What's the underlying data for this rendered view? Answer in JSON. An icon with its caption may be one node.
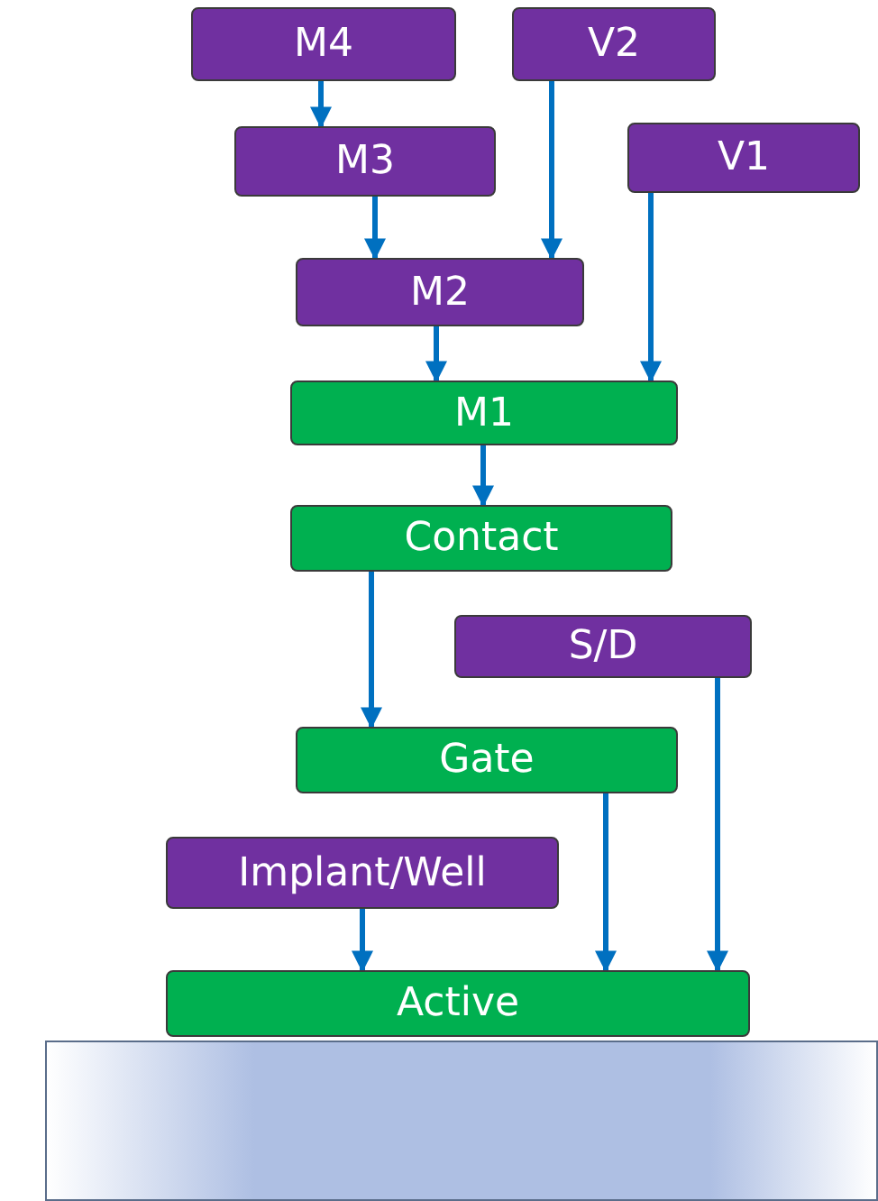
{
  "diagram": {
    "nodes": [
      {
        "text": [
          "M4"
        ]
      },
      {
        "text": [
          "V2"
        ]
      },
      {
        "text": [
          "M3"
        ]
      },
      {
        "text": [
          "V1"
        ]
      },
      {
        "text": [
          "M2"
        ]
      },
      {
        "text": [
          "M1"
        ]
      },
      {
        "text": [
          "Contact"
        ]
      },
      {
        "text": [
          "S/D"
        ]
      },
      {
        "text": [
          "Gate"
        ]
      },
      {
        "text": [
          "Implant/Well"
        ]
      },
      {
        "text": [
          "Active"
        ]
      },
      {
        "text": [],
        "shape": "box"
      }
    ],
    "edges": [
      {
        "from": 0,
        "to": 2,
        "arrow": "to"
      },
      {
        "from": 1,
        "to": 4,
        "arrow": "to"
      },
      {
        "from": 2,
        "to": 4,
        "arrow": "to"
      },
      {
        "from": 4,
        "to": 5,
        "arrow": "to"
      },
      {
        "from": 3,
        "to": 5,
        "arrow": "to"
      },
      {
        "from": 5,
        "to": 6,
        "arrow": "to"
      },
      {
        "from": 6,
        "to": 8,
        "arrow": "to"
      },
      {
        "from": 7,
        "to": 10,
        "arrow": "to"
      },
      {
        "from": 8,
        "to": 10,
        "arrow": "to"
      },
      {
        "from": 9,
        "to": 10,
        "arrow": "to"
      }
    ]
  }
}
